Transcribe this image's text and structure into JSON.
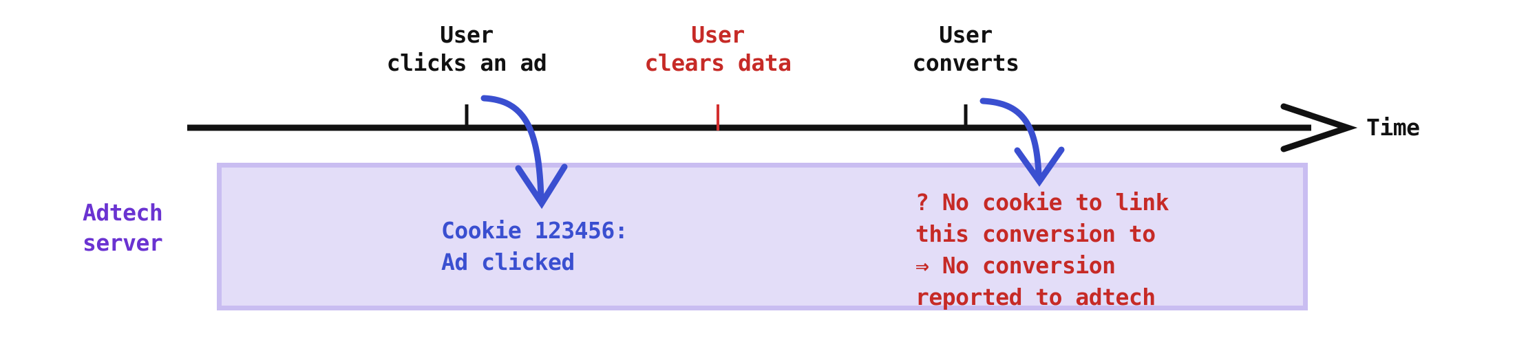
{
  "diagram": {
    "title_absent": true,
    "background_color": "#ffffff",
    "timeline": {
      "axis_label": "Time",
      "axis_color": "#111111",
      "events": [
        {
          "id": "ad-click",
          "label": "User\nclicks an ad",
          "color": "#111111",
          "tick_color": "#111111"
        },
        {
          "id": "clear-data",
          "label": "User\nclears data",
          "color": "#c62a26",
          "tick_color": "#d32f2f"
        },
        {
          "id": "conversion",
          "label": "User\nconverts",
          "color": "#111111",
          "tick_color": "#111111"
        }
      ]
    },
    "adtech_server": {
      "side_label": "Adtech\nserver",
      "label_color": "#6a33d1",
      "box_fill": "#e3ddf8",
      "box_border": "#c9bdf1",
      "notes": [
        {
          "id": "cookie-logged",
          "color": "#3a4fd0",
          "line_1": "Cookie 123456:",
          "line_2_prefix": "Ad ",
          "line_2_emphasis": "clicked"
        },
        {
          "id": "conversion-lost",
          "color": "#c62a26",
          "text": "? No cookie to link\nthis conversion to\n⇒ No conversion\nreported to adtech"
        }
      ]
    },
    "arrow_color": "#3a4fd0"
  }
}
